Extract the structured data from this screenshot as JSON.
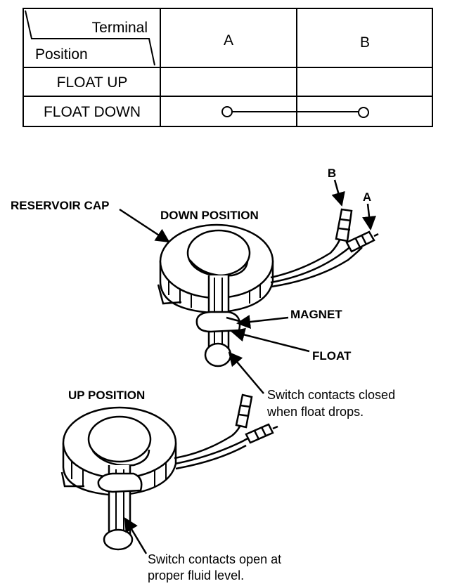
{
  "table": {
    "header_top": "Terminal",
    "header_bottom": "Position",
    "columns": [
      "A",
      "B"
    ],
    "rows": [
      {
        "label": "FLOAT UP",
        "continuity": false
      },
      {
        "label": "FLOAT DOWN",
        "continuity": true
      }
    ]
  },
  "labels": {
    "reservoir_cap": "RESERVOIR CAP",
    "down_position": "DOWN POSITION",
    "up_position": "UP POSITION",
    "terminal_b": "B",
    "terminal_a": "A",
    "magnet": "MAGNET",
    "float": "FLOAT",
    "closed_line1": "Switch contacts closed",
    "closed_line2": "when float drops.",
    "open_line1": "Switch contacts open at",
    "open_line2": "proper fluid level."
  }
}
